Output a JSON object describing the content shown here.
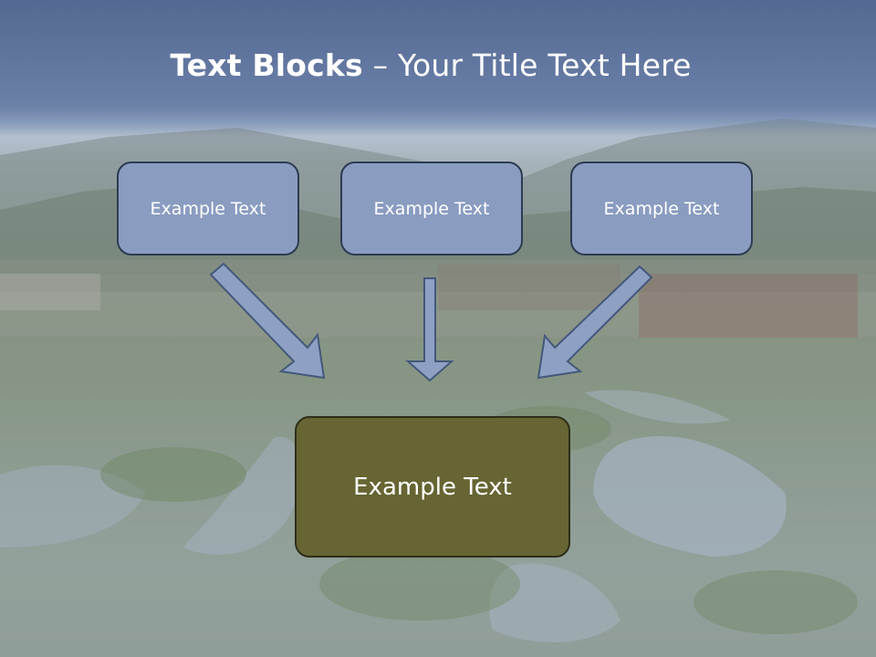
{
  "slide": {
    "title_bold": "Text Blocks",
    "title_separator": " – ",
    "title_rest": "Your Title Text Here"
  },
  "blocks": [
    {
      "label": "Example Text"
    },
    {
      "label": "Example Text"
    },
    {
      "label": "Example Text"
    }
  ],
  "target_block": {
    "label": "Example Text"
  },
  "colors": {
    "block_fill": "#8a9cc0",
    "target_fill": "#666533",
    "arrow_fill": "#8ea0c3",
    "arrow_stroke": "#44587a",
    "title_text": "#ffffff"
  },
  "icons": [
    "arrow-down-right-icon",
    "arrow-down-icon",
    "arrow-down-left-icon"
  ]
}
